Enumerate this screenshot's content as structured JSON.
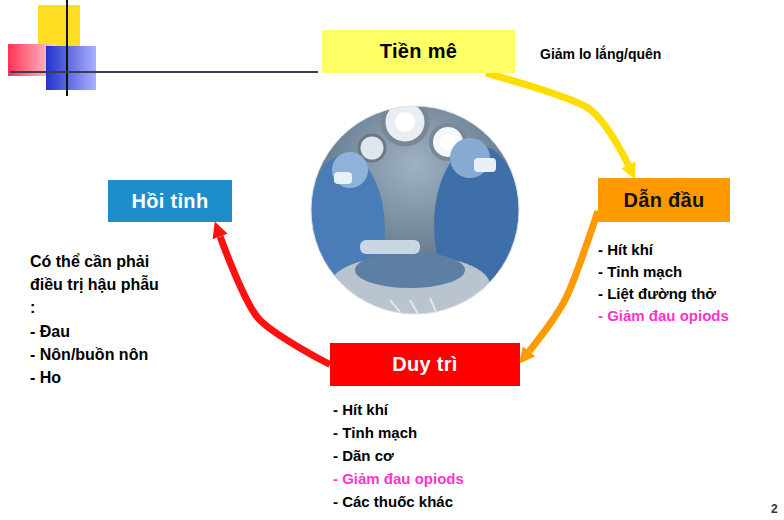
{
  "diagram": {
    "nodes": [
      {
        "text": [
          "Tiền mê"
        ]
      },
      {
        "text": [
          "Dẫn đầu"
        ]
      },
      {
        "text": [
          "Duy trì"
        ]
      },
      {
        "text": [
          "Hồi tỉnh"
        ]
      }
    ],
    "edges": [
      {
        "from": 0,
        "to": 1,
        "arrow": "to"
      },
      {
        "from": 1,
        "to": 2,
        "arrow": "to"
      },
      {
        "from": 2,
        "to": 3,
        "arrow": "to"
      }
    ],
    "labels": [
      "Giảm lo lắng/quên",
      "- Hít khí",
      "- Tỉnh mạch",
      "- Liệt đường thở",
      "- Giảm đau opiods",
      "- Hít khí",
      "- Tỉnh mạch",
      "- Dãn cơ",
      "- Giảm đau opiods",
      "- Các thuốc khác",
      "Có thể cần phải điều trị hậu phẫu :",
      "- Đau",
      "- Nôn/buồn nôn",
      "- Ho",
      "2"
    ]
  }
}
